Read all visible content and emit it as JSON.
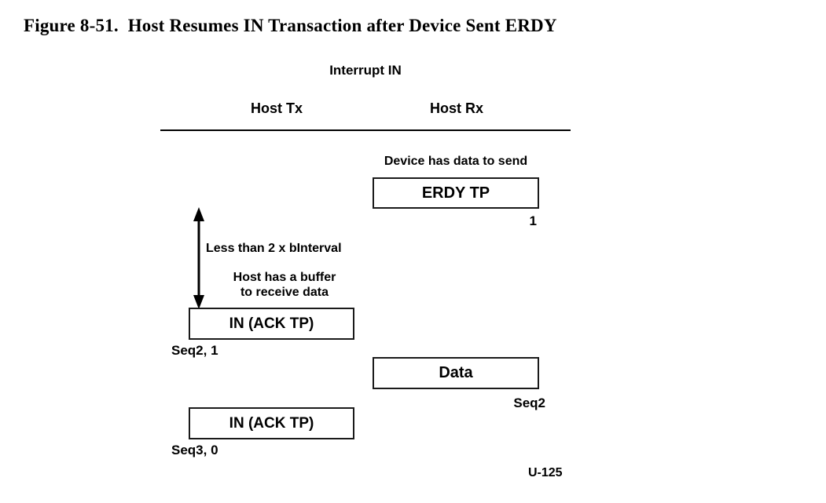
{
  "figure": {
    "caption": "Figure 8-51.  Host Resumes IN Transaction after Device Sent ERDY",
    "diagram_title": "Interrupt IN",
    "footer": "U-125"
  },
  "columns": {
    "left": "Host Tx",
    "right": "Host Rx"
  },
  "messages": [
    {
      "label": "ERDY TP",
      "column": "right",
      "sequence": "1"
    },
    {
      "label": "IN (ACK TP)",
      "column": "left",
      "sequence": "Seq2, 1"
    },
    {
      "label": "Data",
      "column": "right",
      "sequence": "Seq2"
    },
    {
      "label": "IN (ACK TP)",
      "column": "left",
      "sequence": "Seq3, 0"
    }
  ],
  "annotations": {
    "device_has_data": "Device has data to send",
    "timing_interval": "Less than 2 x bInterval",
    "host_buffer_line1": "Host has a buffer",
    "host_buffer_line2": "to receive data"
  },
  "colors": {
    "ink": "#000000",
    "box_border": "#1a1a1a",
    "background": "#ffffff"
  }
}
